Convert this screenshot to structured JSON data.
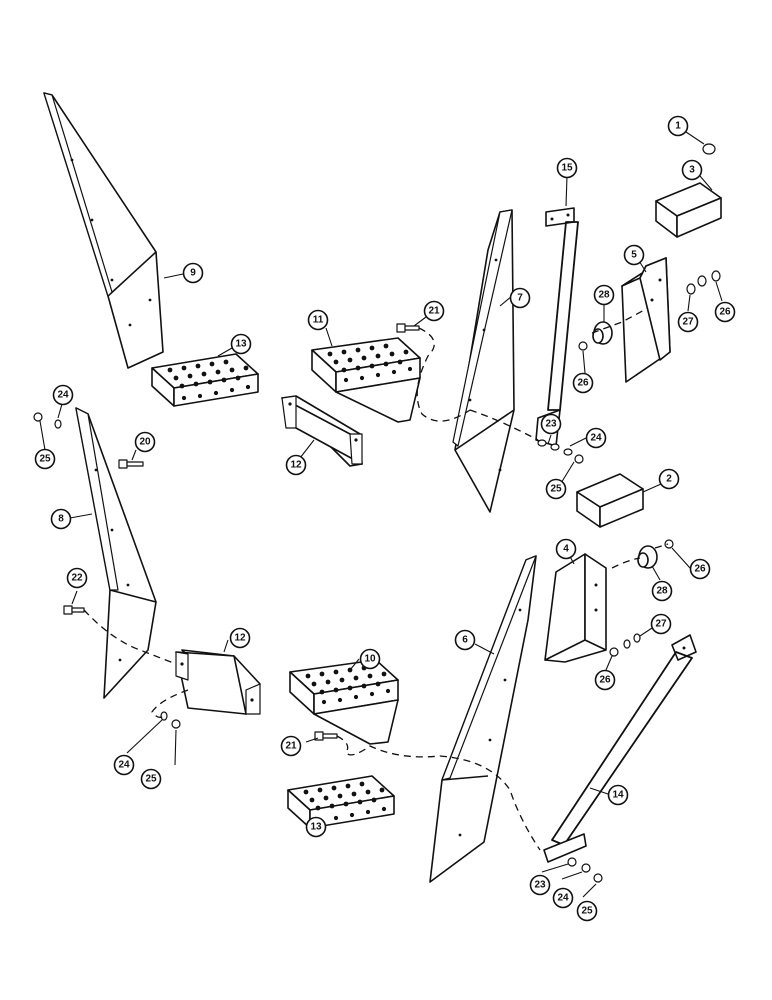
{
  "callouts": {
    "c1": "1",
    "c2": "2",
    "c3": "3",
    "c4": "4",
    "c5": "5",
    "c6": "6",
    "c7": "7",
    "c8": "8",
    "c9": "9",
    "c10": "10",
    "c11": "11",
    "c12a": "12",
    "c12b": "12",
    "c13a": "13",
    "c13b": "13",
    "c14": "14",
    "c15": "15",
    "c20": "20",
    "c21a": "21",
    "c21b": "21",
    "c22": "22",
    "c23a": "23",
    "c23b": "23",
    "c24a": "24",
    "c24b": "24",
    "c24c": "24",
    "c24d": "24",
    "c25a": "25",
    "c25b": "25",
    "c25c": "25",
    "c25d": "25",
    "c26a": "26",
    "c26b": "26",
    "c26c": "26",
    "c26d": "26",
    "c27a": "27",
    "c27b": "27",
    "c28a": "28",
    "c28b": "28"
  },
  "colors": {
    "ink": "#111111",
    "paper": "#ffffff"
  }
}
